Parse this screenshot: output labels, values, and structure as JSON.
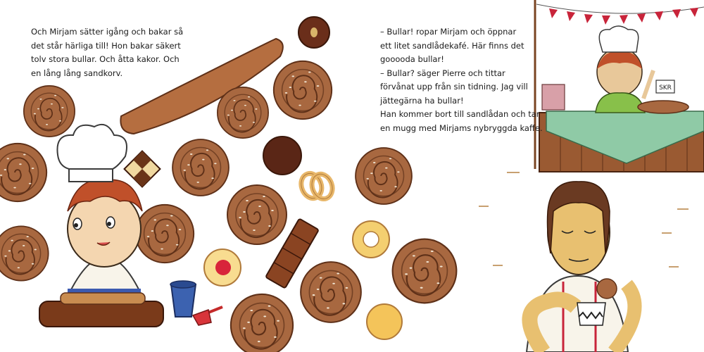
{
  "page_left": {
    "lines": [
      "Och Mirjam sätter igång och bakar så",
      "det står härliga till! Hon bakar säkert",
      "tolv stora bullar. Och åtta kakor. Och",
      "en lång lång sandkorv."
    ]
  },
  "page_right": {
    "lines": [
      "– Bullar! ropar Mirjam och öppnar",
      "ett litet sandlådekafé. Här finns det",
      "gooooda bullar!",
      "– Bullar? säger Pierre och tittar",
      "förvånat upp från sin tidning. Jag vill",
      "jättegärna ha bullar!",
      "Han kommer bort till sandlådan och tar",
      "en mugg med Mirjams nybryggda kaffe."
    ]
  },
  "illustration": {
    "cafe_sign": "SKR",
    "colors": {
      "bun": "#a86840",
      "bun_dark": "#6e3a1e",
      "hair": "#c0502a",
      "tablecloth": "#8fcaa6",
      "bunting": "#c8243a",
      "stall_wood": "#9a5a32"
    }
  }
}
